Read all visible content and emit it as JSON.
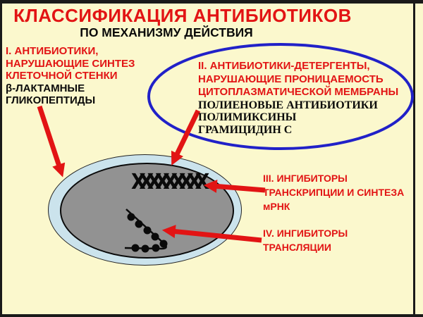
{
  "header": {
    "title": "КЛАССИФИКАЦИЯ АНТИБИОТИКОВ",
    "subtitle": "ПО МЕХАНИЗМУ ДЕЙСТВИЯ"
  },
  "blocks": {
    "block1": {
      "red_lines": [
        "I. АНТИБИОТИКИ,",
        "НАРУШАЮЩИЕ СИНТЕЗ",
        "КЛЕТОЧНОЙ СТЕНКИ"
      ],
      "black_lines": [
        "β-ЛАКТАМНЫЕ",
        "ГЛИКОПЕПТИДЫ"
      ]
    },
    "block2": {
      "red_lines": [
        "II. АНТИБИОТИКИ-ДЕТЕРГЕНТЫ,",
        "НАРУШАЮЩИЕ ПРОНИЦАЕМОСТЬ",
        "ЦИТОПЛАЗМАТИЧЕСКОЙ МЕМБРАНЫ"
      ],
      "black_lines": [
        "ПОЛИЕНОВЫЕ АНТИБИОТИКИ",
        "ПОЛИМИКСИНЫ",
        "ГРАМИЦИДИН С"
      ]
    },
    "block3": {
      "lines": [
        "III. ИНГИБИТОРЫ",
        "ТРАНСКРИПЦИИ И СИНТЕЗА",
        "мРНК"
      ]
    },
    "block4": {
      "lines": [
        "IV. ИНГИБИТОРЫ",
        "ТРАНСЛЯЦИИ"
      ]
    }
  },
  "cell": {
    "dna_glyphs": "XXXXXXXXX"
  },
  "colors": {
    "bg": "#FBF8CD",
    "frame": "#1A1A1A",
    "red": "#E21414",
    "ink": "#0A0A0A",
    "blue_ring": "#2121C8",
    "cell_wall": "#CBE3EC",
    "cytoplasm": "#929292"
  }
}
